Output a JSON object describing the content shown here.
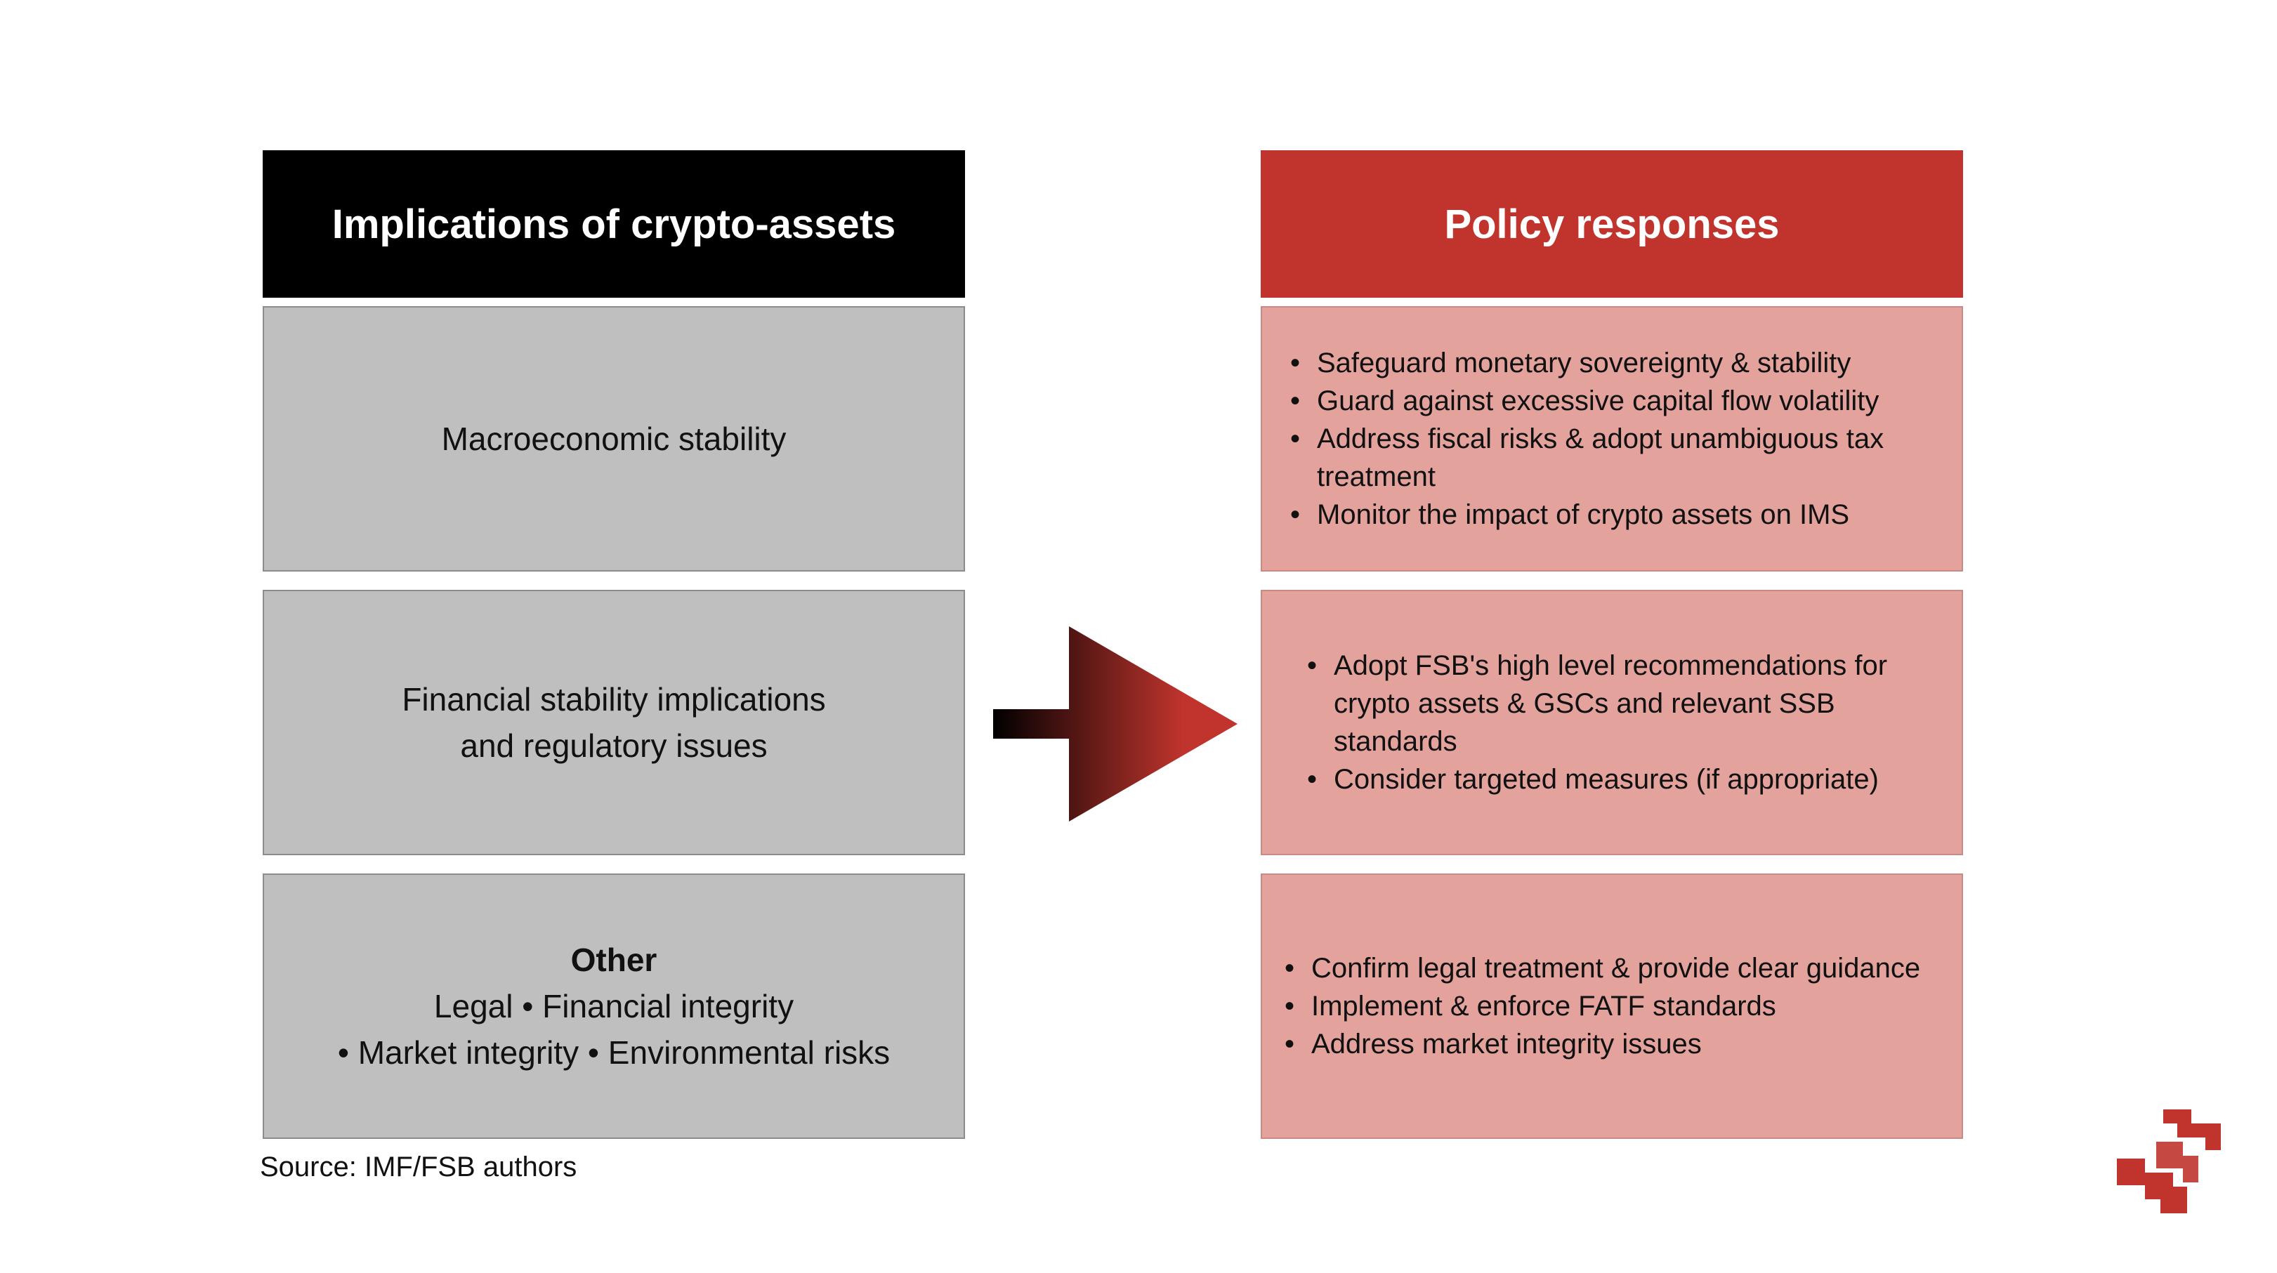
{
  "left": {
    "header": "Implications of crypto-assets",
    "boxes": {
      "macro": "Macroeconomic stability",
      "financial": {
        "line1": "Financial stability implications",
        "line2": "and regulatory issues"
      },
      "other": {
        "title": "Other",
        "line1": "Legal • Financial integrity",
        "line2": "• Market integrity • Environmental risks"
      }
    }
  },
  "right": {
    "header": "Policy responses",
    "boxes": [
      {
        "items": [
          "Safeguard monetary sovereignty & stability",
          "Guard against excessive capital flow volatility",
          "Address fiscal risks & adopt unambiguous tax treatment",
          "Monitor the impact of crypto assets on IMS"
        ]
      },
      {
        "items": [
          "Adopt FSB's high level recommendations for crypto assets & GSCs and relevant SSB standards",
          "Consider targeted measures (if appropriate)"
        ]
      },
      {
        "items": [
          "Confirm legal treatment & provide clear guidance",
          "Implement & enforce FATF standards",
          "Address market integrity issues"
        ]
      }
    ]
  },
  "source": "Source: IMF/FSB authors",
  "colors": {
    "header_left_bg": "#000000",
    "header_right_bg": "#c0342d",
    "left_box_bg": "#bfbfbf",
    "right_box_bg": "#e4a29d",
    "arrow_gradient_start": "#000000",
    "arrow_gradient_end": "#c0342d"
  },
  "icons": {
    "arrow": "arrow-right-icon",
    "logo": "brand-logo-icon"
  }
}
